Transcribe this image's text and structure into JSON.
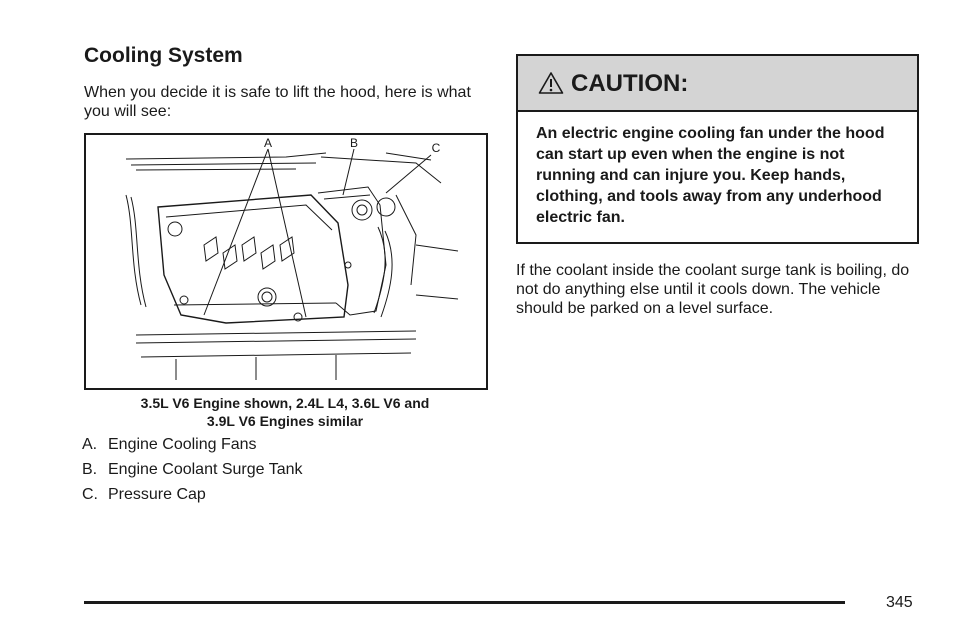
{
  "section": {
    "title": "Cooling System",
    "intro": "When you decide it is safe to lift the hood, here is what you will see:"
  },
  "figure": {
    "callouts": {
      "a": "A",
      "b": "B",
      "c": "C"
    },
    "caption_line1": "3.5L V6 Engine shown, 2.4L L4, 3.6L V6 and",
    "caption_line2": "3.9L V6 Engines similar"
  },
  "legend": [
    {
      "letter": "A.",
      "text": "Engine Cooling Fans"
    },
    {
      "letter": "B.",
      "text": "Engine Coolant Surge Tank"
    },
    {
      "letter": "C.",
      "text": "Pressure Cap"
    }
  ],
  "caution": {
    "icon": "warning-triangle-icon",
    "title": "CAUTION:",
    "text": "An electric engine cooling fan under the hood can start up even when the engine is not running and can injure you. Keep hands, clothing, and tools away from any underhood electric fan."
  },
  "coolant_paragraph": "If the coolant inside the coolant surge tank is boiling, do not do anything else until it cools down. The vehicle should be parked on a level surface.",
  "page_number": "345"
}
